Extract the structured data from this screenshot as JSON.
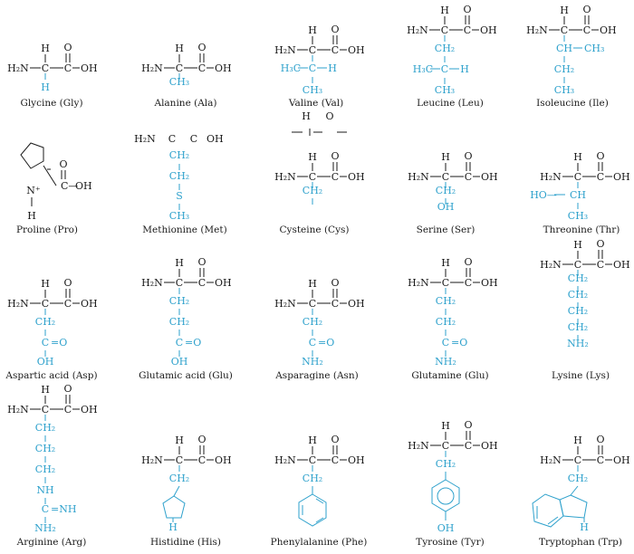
{
  "amino_acids": [
    {
      "id": "gly",
      "name": "Glycine (Gly)"
    },
    {
      "id": "ala",
      "name": "Alanine (Ala)"
    },
    {
      "id": "val",
      "name": "Valine (Val)"
    },
    {
      "id": "leu",
      "name": "Leucine (Leu)"
    },
    {
      "id": "ile",
      "name": "Isoleucine (Ile)"
    },
    {
      "id": "pro",
      "name": "Proline (Pro)"
    },
    {
      "id": "met",
      "name": "Methionine (Met)"
    },
    {
      "id": "cys",
      "name": "Cysteine (Cys)"
    },
    {
      "id": "ser",
      "name": "Serine (Ser)"
    },
    {
      "id": "thr",
      "name": "Threonine (Thr)"
    },
    {
      "id": "asp",
      "name": "Aspartic acid (Asp)"
    },
    {
      "id": "glu",
      "name": "Glutamic acid (Glu)"
    },
    {
      "id": "asn",
      "name": "Asparagine (Asn)"
    },
    {
      "id": "gln",
      "name": "Glutamine (Glu)"
    },
    {
      "id": "lys",
      "name": "Lysine (Lys)"
    },
    {
      "id": "arg",
      "name": "Arginine (Arg)"
    },
    {
      "id": "his",
      "name": "Histidine (His)"
    },
    {
      "id": "phe",
      "name": "Phenylalanine (Phe)"
    },
    {
      "id": "tyr",
      "name": "Tyrosine (Tyr)"
    },
    {
      "id": "trp",
      "name": "Tryptophan (Trp)"
    }
  ],
  "atoms": {
    "h": "H",
    "o": "O",
    "c": "C",
    "n": "N",
    "s": "S",
    "h2n": "H₂N",
    "oh": "OH",
    "nh": "NH",
    "nh2": "NH₂",
    "ch2": "CH₂",
    "ch3": "CH₃",
    "ch": "CH",
    "h3c": "H₃C",
    "nplus": "N⁺",
    "eqo": "=O",
    "eqnh": "=NH",
    "cdash": "C—",
    "ho": "HO—"
  },
  "colors": {
    "backbone": "#1a1a1a",
    "side_chain": "#2ea1cc"
  }
}
